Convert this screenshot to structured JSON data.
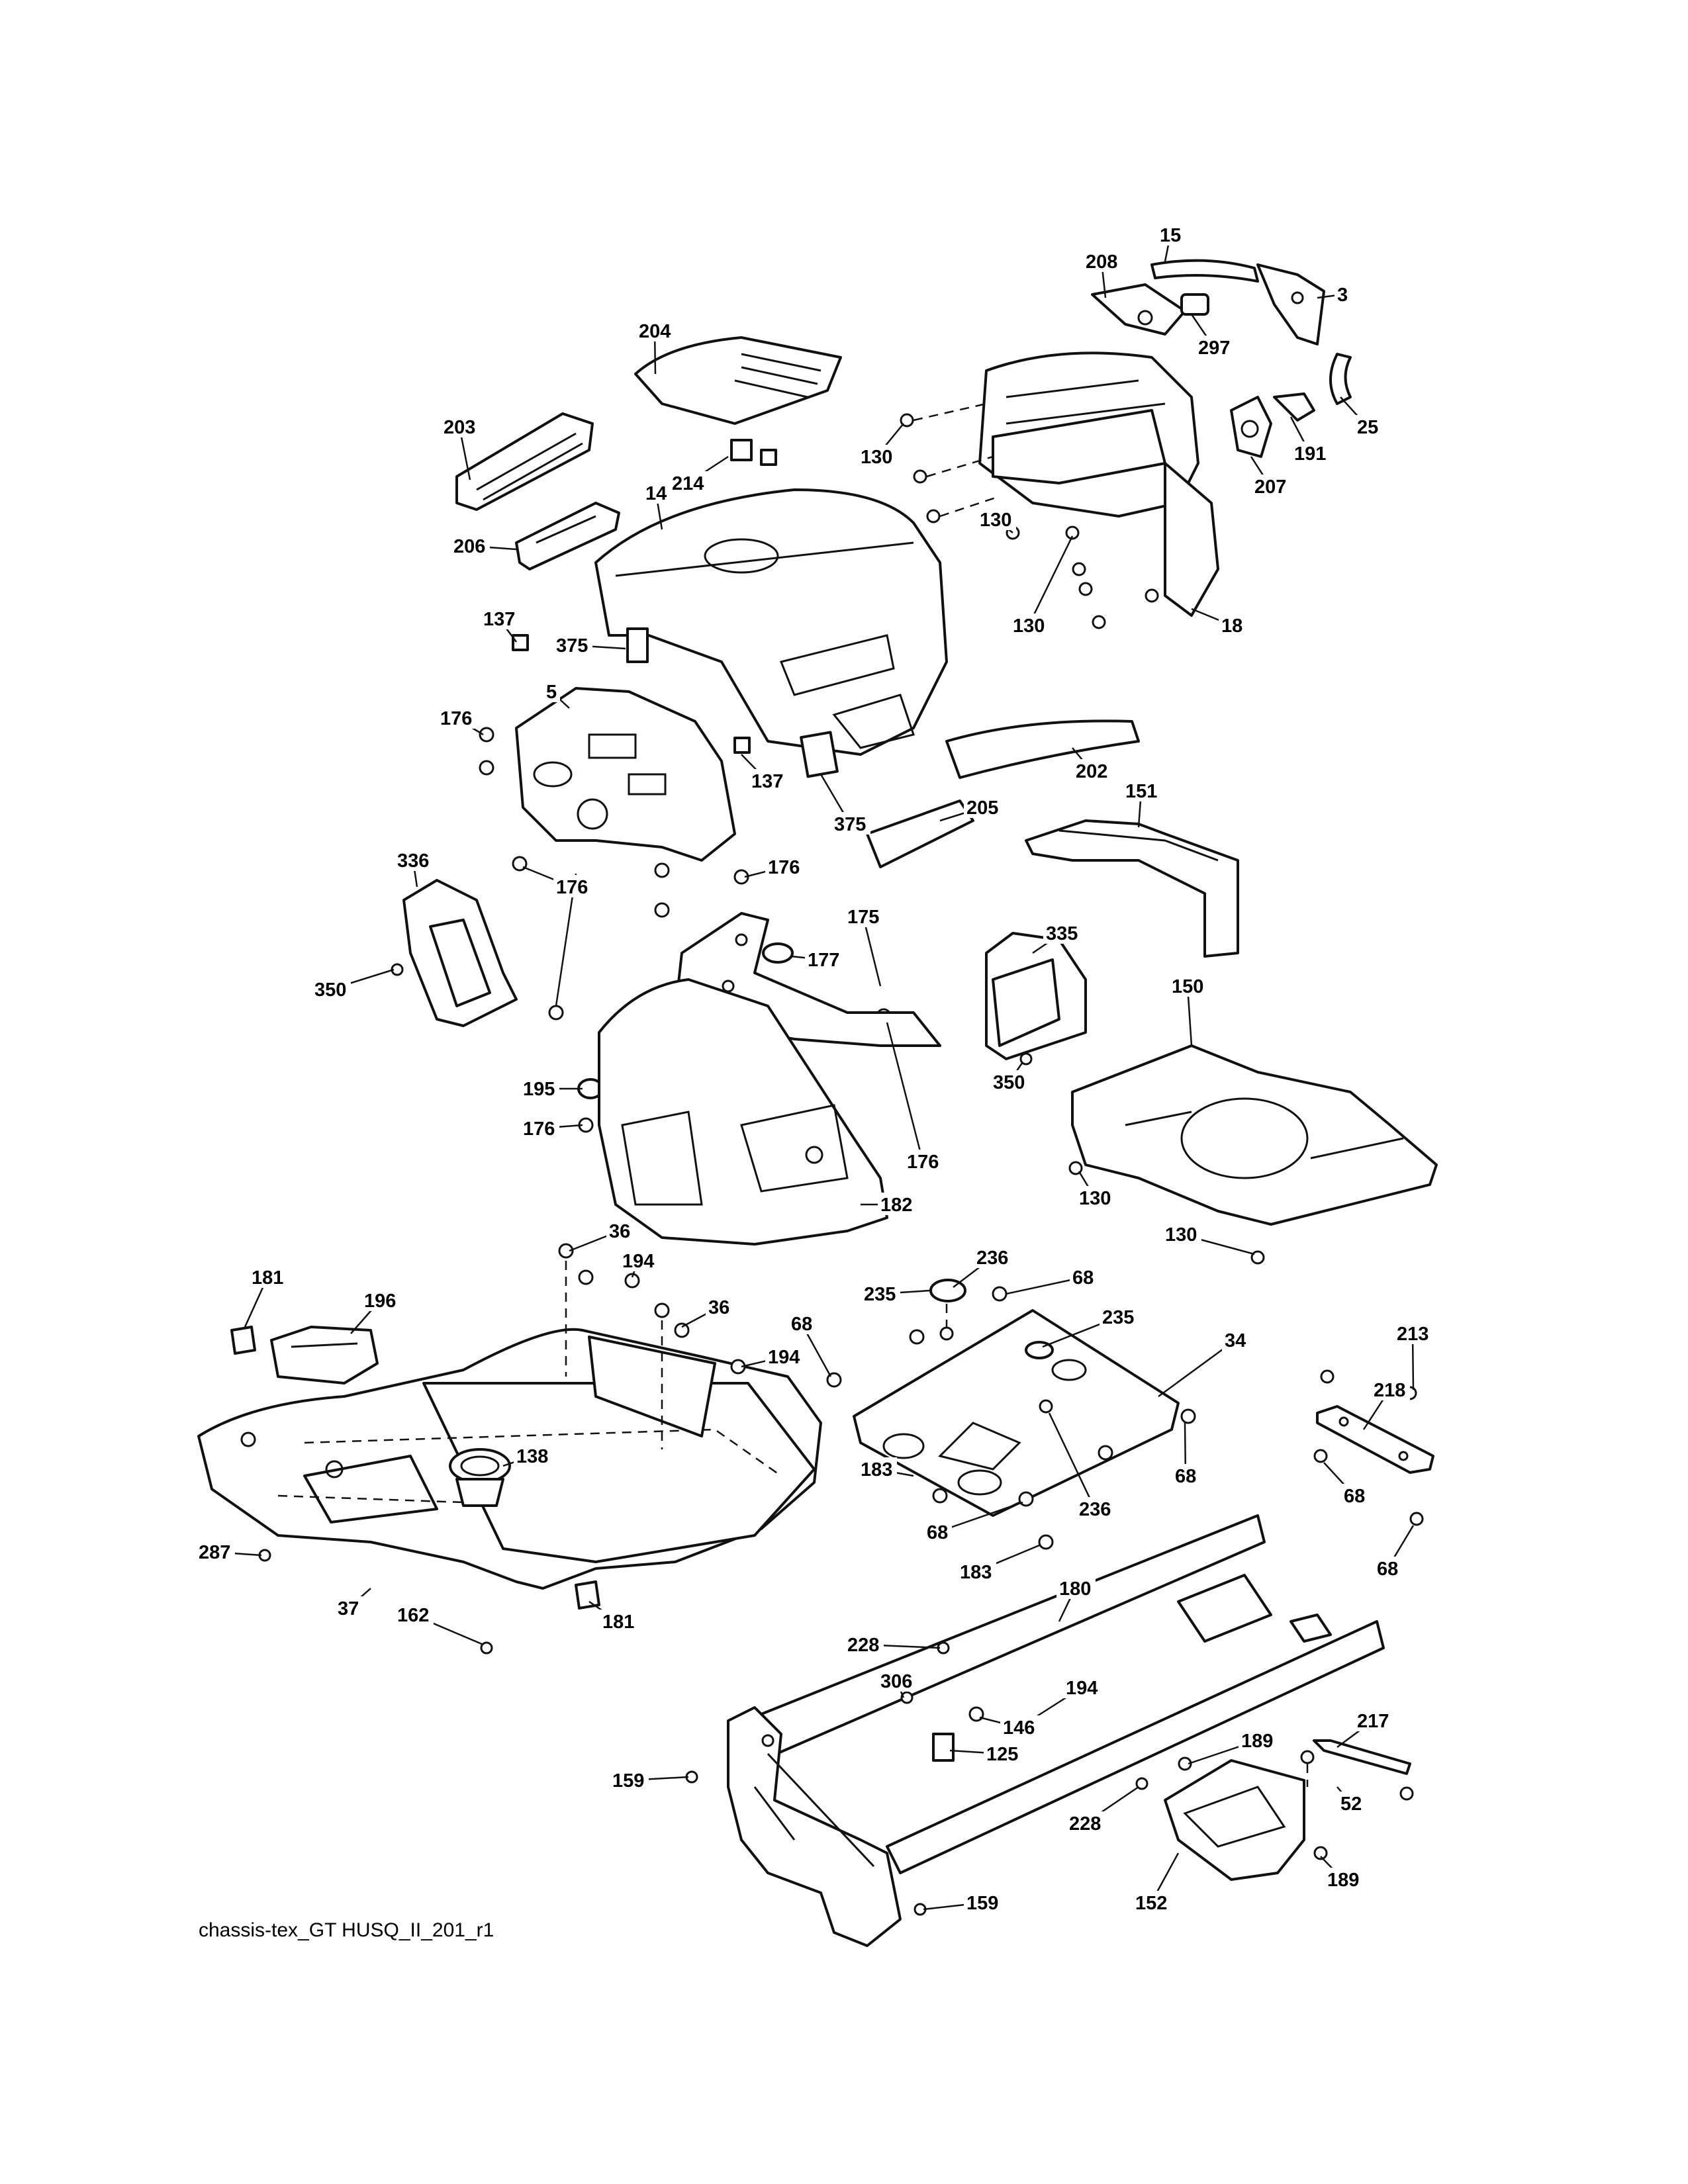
{
  "diagram_id": "chassis-tex_GT HUSQ_II_201_r1",
  "callouts": [
    "3",
    "5",
    "14",
    "15",
    "18",
    "25",
    "34",
    "36",
    "37",
    "52",
    "68",
    "125",
    "130",
    "137",
    "138",
    "146",
    "150",
    "151",
    "152",
    "159",
    "162",
    "175",
    "176",
    "177",
    "180",
    "181",
    "182",
    "183",
    "189",
    "191",
    "194",
    "195",
    "196",
    "202",
    "203",
    "204",
    "205",
    "206",
    "207",
    "208",
    "213",
    "214",
    "217",
    "218",
    "228",
    "235",
    "236",
    "287",
    "297",
    "306",
    "335",
    "336",
    "350",
    "375"
  ]
}
